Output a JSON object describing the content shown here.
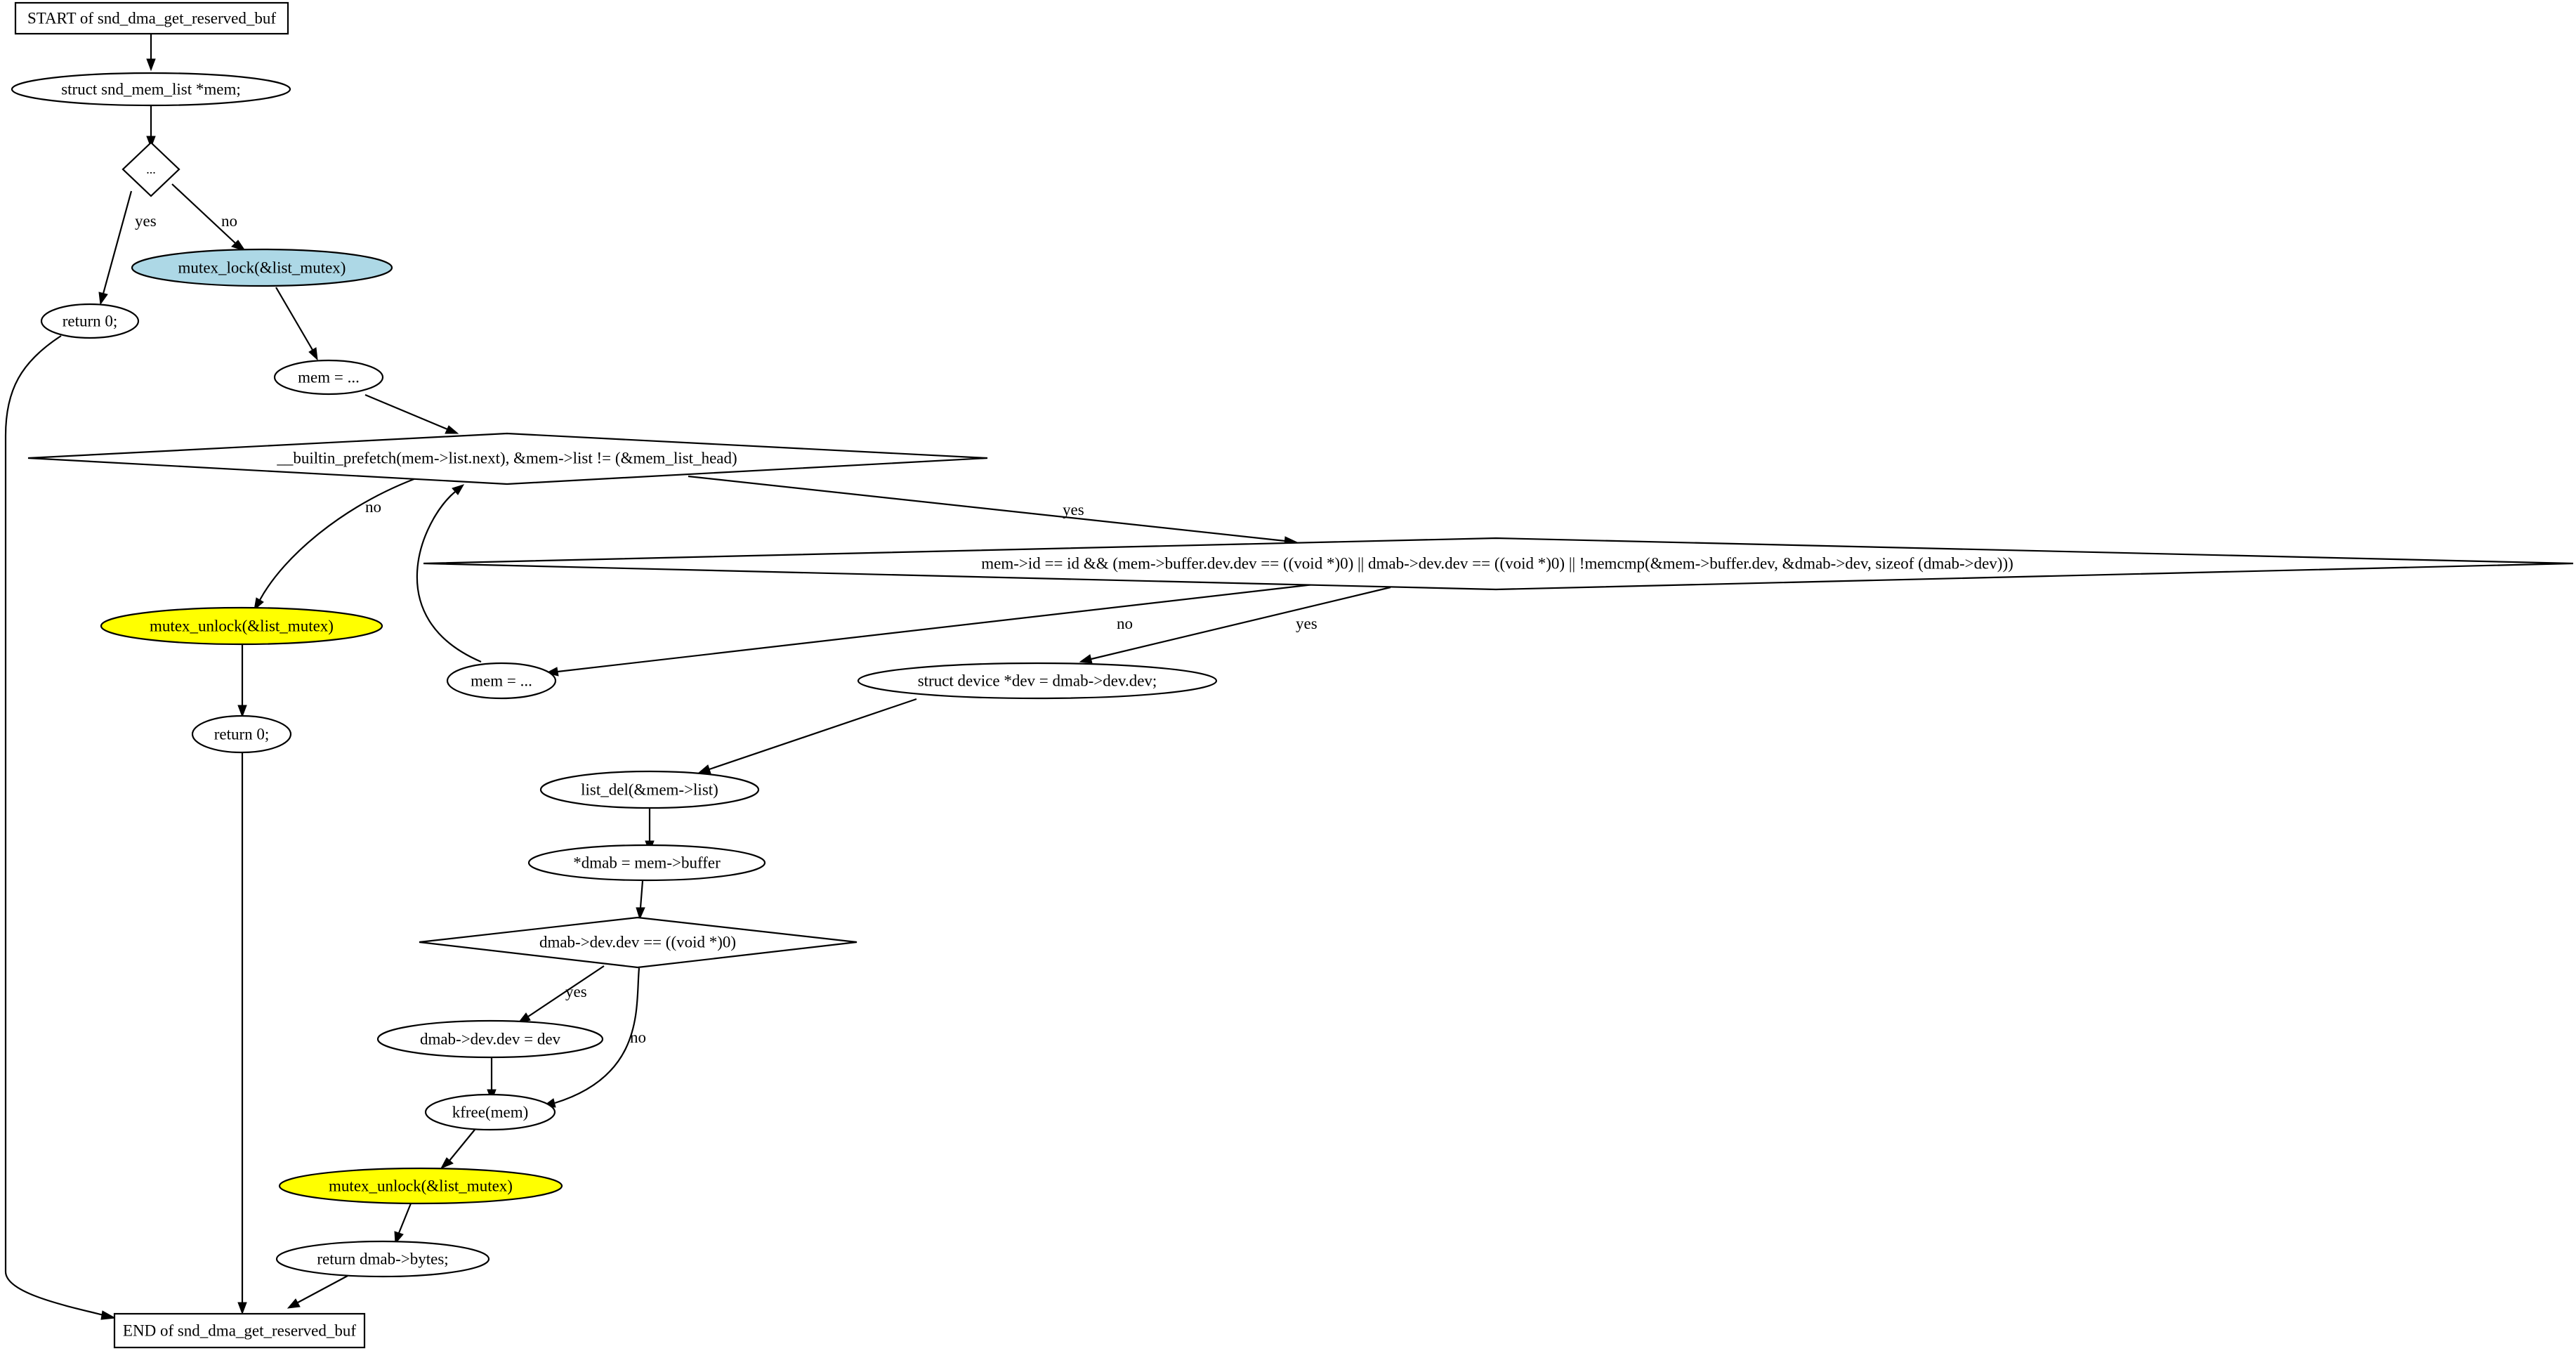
{
  "nodes": {
    "start": "START of snd_dma_get_reserved_buf",
    "decl_mem": "struct snd_mem_list *mem;",
    "check": "...",
    "return0_a": "return 0;",
    "mutex_lock": "mutex_lock(&list_mutex)",
    "mem_assign_1": "mem = ...",
    "loop_cond": "__builtin_prefetch(mem->list.next), &mem->list != (&mem_list_head)",
    "match_cond": "mem->id == id && (mem->buffer.dev.dev == ((void *)0) || dmab->dev.dev == ((void *)0) || !memcmp(&mem->buffer.dev, &dmab->dev, sizeof (dmab->dev)))",
    "mutex_unlock_a": "mutex_unlock(&list_mutex)",
    "return0_b": "return 0;",
    "mem_assign_2": "mem = ...",
    "decl_dev": "struct device *dev = dmab->dev.dev;",
    "list_del": "list_del(&mem->list)",
    "dmab_assign": "*dmab = mem->buffer",
    "dev_null_cond": "dmab->dev.dev == ((void *)0)",
    "dev_assign": "dmab->dev.dev = dev",
    "kfree": "kfree(mem)",
    "mutex_unlock_b": "mutex_unlock(&list_mutex)",
    "return_bytes": "return dmab->bytes;",
    "end": "END of snd_dma_get_reserved_buf"
  },
  "edge_labels": {
    "check_yes": "yes",
    "check_no": "no",
    "loop_no": "no",
    "loop_yes": "yes",
    "match_no": "no",
    "match_yes": "yes",
    "dev_null_yes": "yes",
    "dev_null_no": "no"
  },
  "colors": {
    "mutex_lock_fill": "#add8e6",
    "mutex_unlock_fill": "#ffff00",
    "line": "#000000",
    "background": "#ffffff"
  }
}
